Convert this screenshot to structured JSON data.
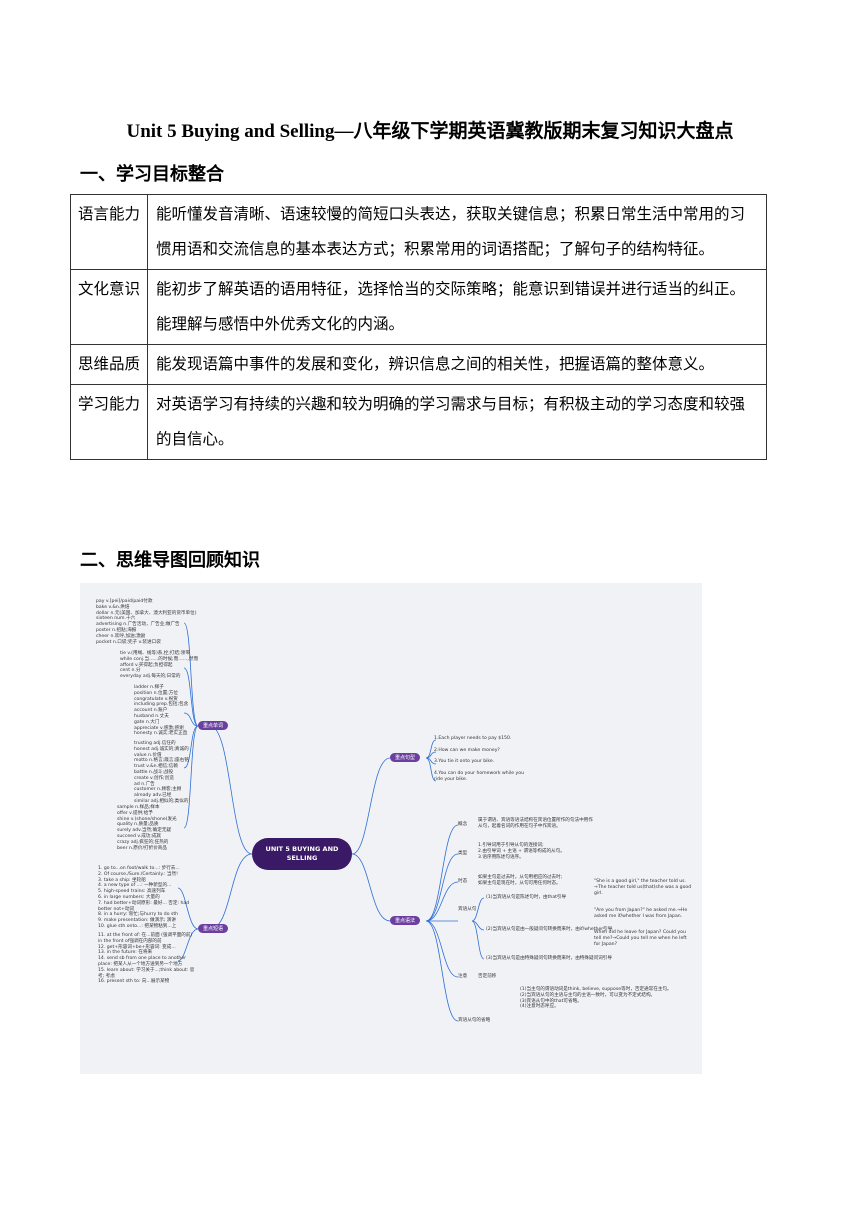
{
  "title": "Unit 5 Buying and Selling—八年级下学期英语冀教版期末复习知识大盘点",
  "section1_heading": "一、学习目标整合",
  "goals": [
    {
      "key": "语言能力",
      "text": "能听懂发音清晰、语速较慢的简短口头表达，获取关键信息；积累日常生活中常用的习惯用语和交流信息的基本表达方式；积累常用的词语搭配；了解句子的结构特征。"
    },
    {
      "key": "文化意识",
      "text": "能初步了解英语的语用特征，选择恰当的交际策略；能意识到错误并进行适当的纠正。能理解与感悟中外优秀文化的内涵。"
    },
    {
      "key": "思维品质",
      "text": "能发现语篇中事件的发展和变化，辨识信息之间的相关性，把握语篇的整体意义。"
    },
    {
      "key": "学习能力",
      "text": "对英语学习有持续的兴趣和较为明确的学习需求与目标；有积极主动的学习态度和较强的自信心。"
    }
  ],
  "section2_heading": "二、思维导图回顾知识",
  "mindmap": {
    "center": "UNIT 5 BUYING AND SELLING",
    "words_label": "重点单词",
    "phrases_label": "重点短语",
    "sentences_label": "重点句型",
    "grammar_label": "重点语法",
    "words_1": "pay v.[pei]/paid/paid付款\nbake v.&n.烘焙\ndollar n.元(美国、加拿大、澳大利亚的货币单位)\nsixteen num.十六\nadvertising n.广告活动，广告业;做广告\nposter n.招贴;海报\ncheer n.欢呼,加油;激励\npocket n.口袋;兜子 v.装进口袋",
    "words_2": "tie v.(用绳、线等)系,拴;打结;领带\nwhile conj.当……的时候;而……,然而\nafford v.买得起;负担得起\ncent n.分\neveryday adj.每天的;日常的",
    "words_3": "ladder n.梯子\nposition n.位置;方位\ncongratulate v.祝贺\nincluding prep.包括;包含\naccount n.账户\nhusband n.丈夫\ngate n.大门\nappreciate v.感激;感谢\nhonesty n.诚实;老实正直",
    "words_4": "trusting adj.信任的\nhonest adj.诚实的;真诚的\nvalue n.价值\nmotto n.格言;箴言;座右铭\ntrust v.&n.相信;信赖\nbattle n.战斗;战役\ncreate v.创作;创造\nad n.广告\ncustomer n.顾客;主顾\nalready adv.已经\nsimilar adj.相似的;类似的",
    "words_5": "sample n.样品;样本\noffer v.提供;给予\nshine v.(shone/shone)发光\nquality n.质量;品质\nsurely adv.当然;确定无疑\nsucceed v.成功;成就\ncrazy adj.疯狂的;狂热的\nbeer n.原价/打折价商品",
    "phrases_1": "1. go to...on foot/walk to...: 步行去...\n2. Of course./Sure./Certainly.: 当然!\n3. take a ship: 坐轮船\n4. a new type of ...: 一种新型的...\n5. high-speed trains: 高速列车\n6. in large numbers: 大量的\n7. had better+动词原形: 最好... 否定: had\nbetter not+动词\n8. in a hurry: 匆忙;与hurry to do sth\n9. make presentation: 做演示; 演讲\n10. glue sth onto...: 把某物粘到...上",
    "phrases_2": "11. at the front of: 在...前面 (强调平面的前)\nin the front of强调在内部的前\n12. get+形容词+be+形容词: 变成...\n13. in the future: 在将来\n14. send sb from one place to another\nplace: 把某人从一个地方送到另一个地方\n15. learn about: 学习关于...;think about: 思\n考; 考虑\n16. present sth to: 向...展示某物",
    "sentences": "1.Each player needs to pay $150.\n\n2.How can we make money?\n\n3.You tie it onto your bike.\n\n4.You can do your homework while you\nride your bike.",
    "grammar_concept": "概念",
    "grammar_concept_text": "属于谓语、宾语等语法结构在宾语位置所作的句法中用作\n从句，起着名词的作用在句子中作宾语。",
    "grammar_type": "类型",
    "grammar_type_text": "1.引导词用于引导从句的连接词;\n2.由引导词 + 主语 + 谓语等构成的从句。\n3.语序用陈述句语序。",
    "grammar_tense": "时态",
    "grammar_tense_text": "如果主句是过去时，从句用相应的过去时;\n如果主句是现在时，从句可用任何时态。",
    "grammar_obj": "宾语从句",
    "grammar_obj_rule1": "(1)当宾语从句是陈述句时，由that引导",
    "grammar_obj_rule2": "(2)当宾语从句是由一般疑问句转换而来时，由if/whether引导",
    "grammar_obj_rule3": "(3)当宾语从句是由特殊疑问句转换而来时，由特殊疑问词引导",
    "grammar_obj_ex1": "\"She is a good girl,\" the teacher told us.\n→The teacher told us(that)she was a good\ngirl.",
    "grammar_obj_ex2": "\"Are you from Japan?\" he asked me.→He\nasked me if/whether I was from Japan.",
    "grammar_obj_ex3": "When did he leave for Japan? Could you\ntell me?→Could you tell me when he left\nfor Japan?",
    "grammar_notice": "注意",
    "grammar_notice_text": "否定前移",
    "grammar_verbs": "宾语从句的省略",
    "grammar_notice_detail": "(1)当主句的谓语动词是think, believe, suppose等时，否定通常在主句。\n(2)当宾语从句的主语与主句的主语一致时，可以变为不定式结构。\n(3)宾语从句中的that可省略。\n(4)注意时态呼应。"
  }
}
